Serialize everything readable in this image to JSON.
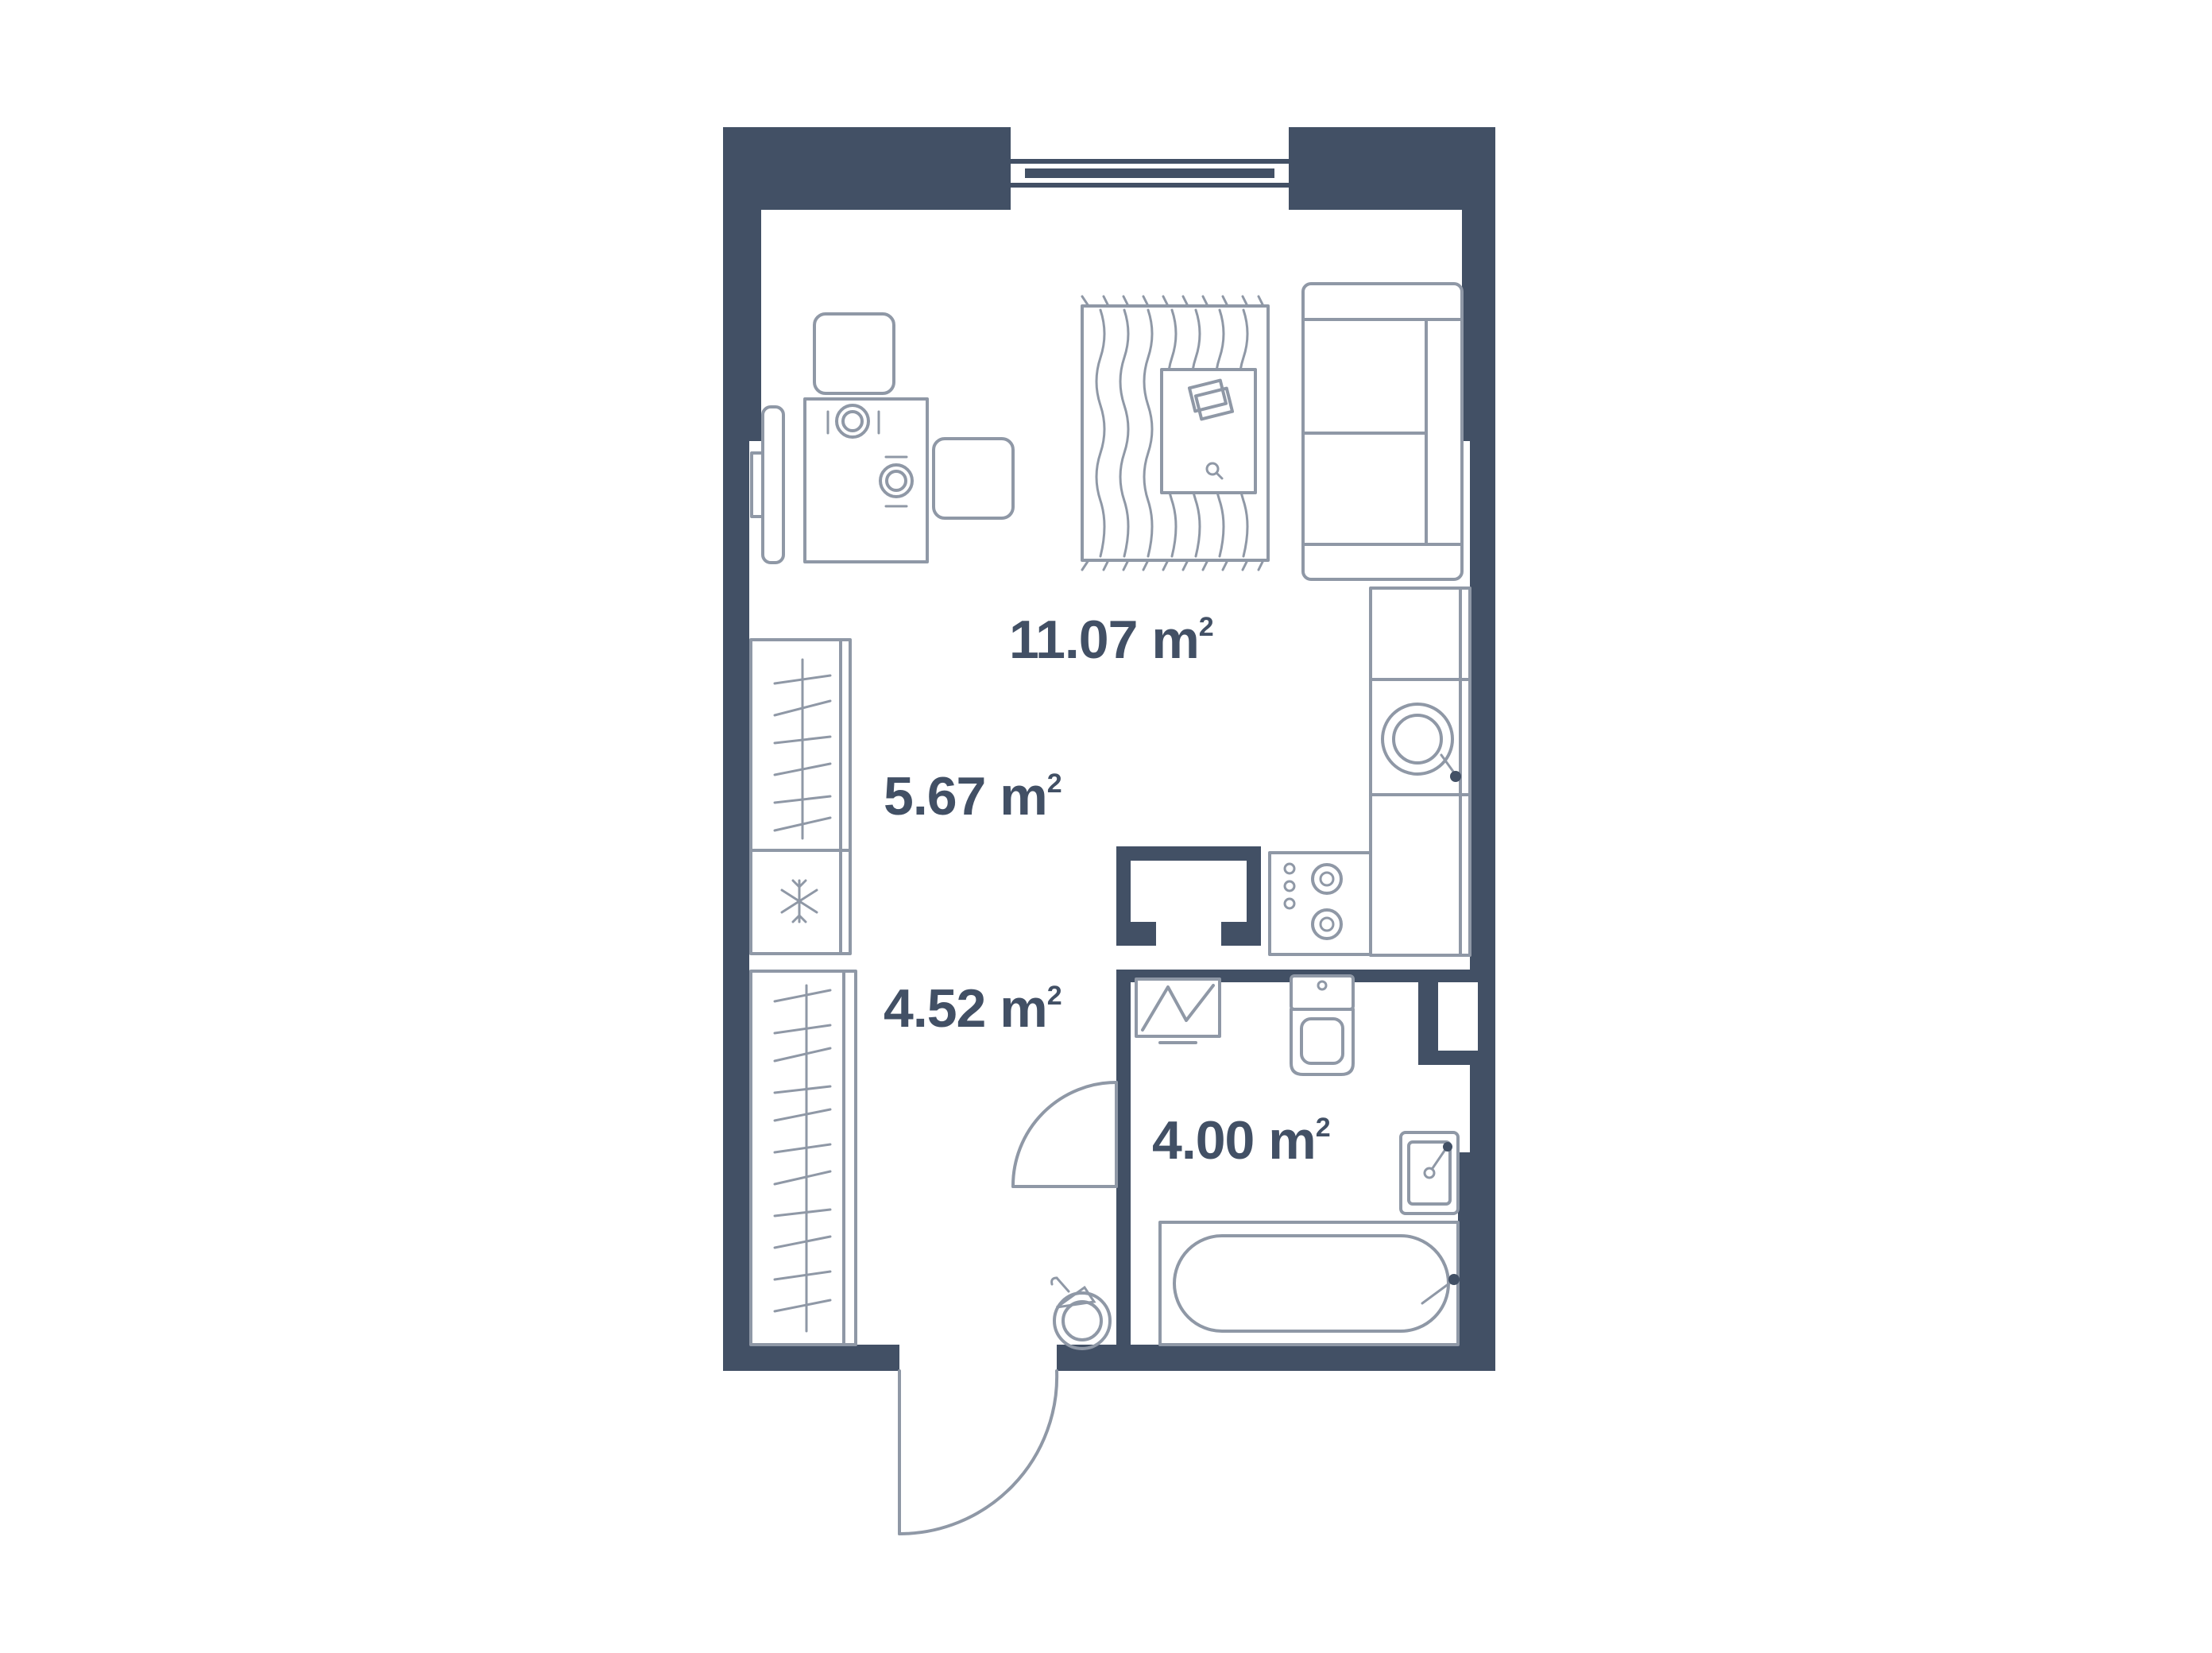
{
  "areas": {
    "living_room": {
      "value": "11.07",
      "unit": "m",
      "sup": "2"
    },
    "kitchen": {
      "value": "5.67",
      "unit": "m",
      "sup": "2"
    },
    "hallway": {
      "value": "4.52",
      "unit": "m",
      "sup": "2"
    },
    "bathroom": {
      "value": "4.00",
      "unit": "m",
      "sup": "2"
    }
  },
  "colors": {
    "wall": "#425065",
    "furniture_line": "#8f98a6",
    "background": "#ffffff"
  },
  "icons": [
    "window-icon",
    "dining-table-icon",
    "chair-icon",
    "tv-icon",
    "rug-icon",
    "coffee-table-icon",
    "sofa-icon",
    "wardrobe-icon",
    "fridge-icon",
    "sink-icon",
    "stove-icon",
    "toilet-icon",
    "washbasin-icon",
    "bathtub-icon",
    "washing-machine-icon",
    "door-swing-icon",
    "umbrella-icon"
  ]
}
